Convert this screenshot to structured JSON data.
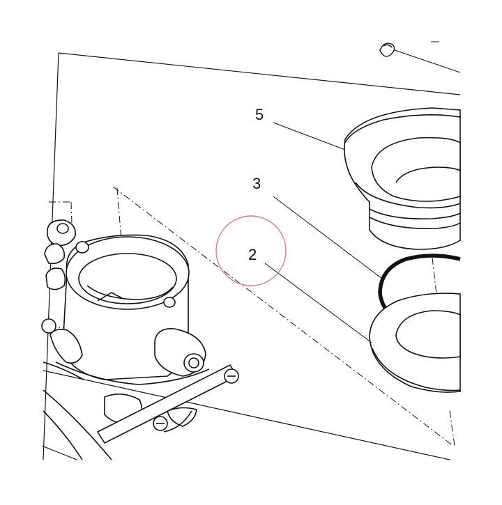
{
  "callouts": [
    {
      "id": "5",
      "label": "5"
    },
    {
      "id": "3",
      "label": "3"
    },
    {
      "id": "2",
      "label": "2"
    }
  ],
  "highlight": {
    "target": "2",
    "color": "#e07a80"
  },
  "colors": {
    "line": "#111111",
    "background": "#ffffff"
  }
}
